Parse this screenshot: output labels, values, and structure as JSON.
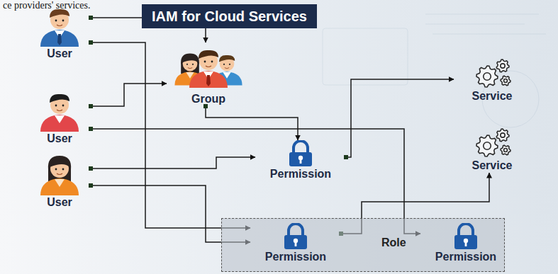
{
  "diagram": {
    "title": "IAM for Cloud Services",
    "nodes": [
      {
        "text": [
          "User"
        ]
      },
      {
        "text": [
          "Group"
        ]
      },
      {
        "text": [
          "User"
        ]
      },
      {
        "text": [
          "Service"
        ]
      },
      {
        "text": [
          "User"
        ]
      },
      {
        "text": [
          "Permission"
        ]
      },
      {
        "text": [
          "Service"
        ]
      },
      {
        "text": [
          "Role"
        ]
      },
      {
        "text": [
          "Permission"
        ],
        "in": 7
      },
      {
        "text": [
          "Permission"
        ],
        "in": 7
      }
    ],
    "edges": [
      {
        "from": 0,
        "to": 1,
        "arrow": "to"
      },
      {
        "from": 0,
        "to": 8,
        "arrow": "to"
      },
      {
        "from": 2,
        "to": 1,
        "arrow": "to"
      },
      {
        "from": 2,
        "to": 9,
        "arrow": "to"
      },
      {
        "from": 1,
        "to": 5,
        "arrow": "to"
      },
      {
        "from": 4,
        "to": 5,
        "arrow": "to"
      },
      {
        "from": 4,
        "to": 8,
        "arrow": "to"
      },
      {
        "from": 5,
        "to": 3,
        "arrow": "to"
      },
      {
        "from": 8,
        "to": 6,
        "arrow": "to"
      }
    ],
    "labels": [
      "ce providers' services."
    ]
  }
}
